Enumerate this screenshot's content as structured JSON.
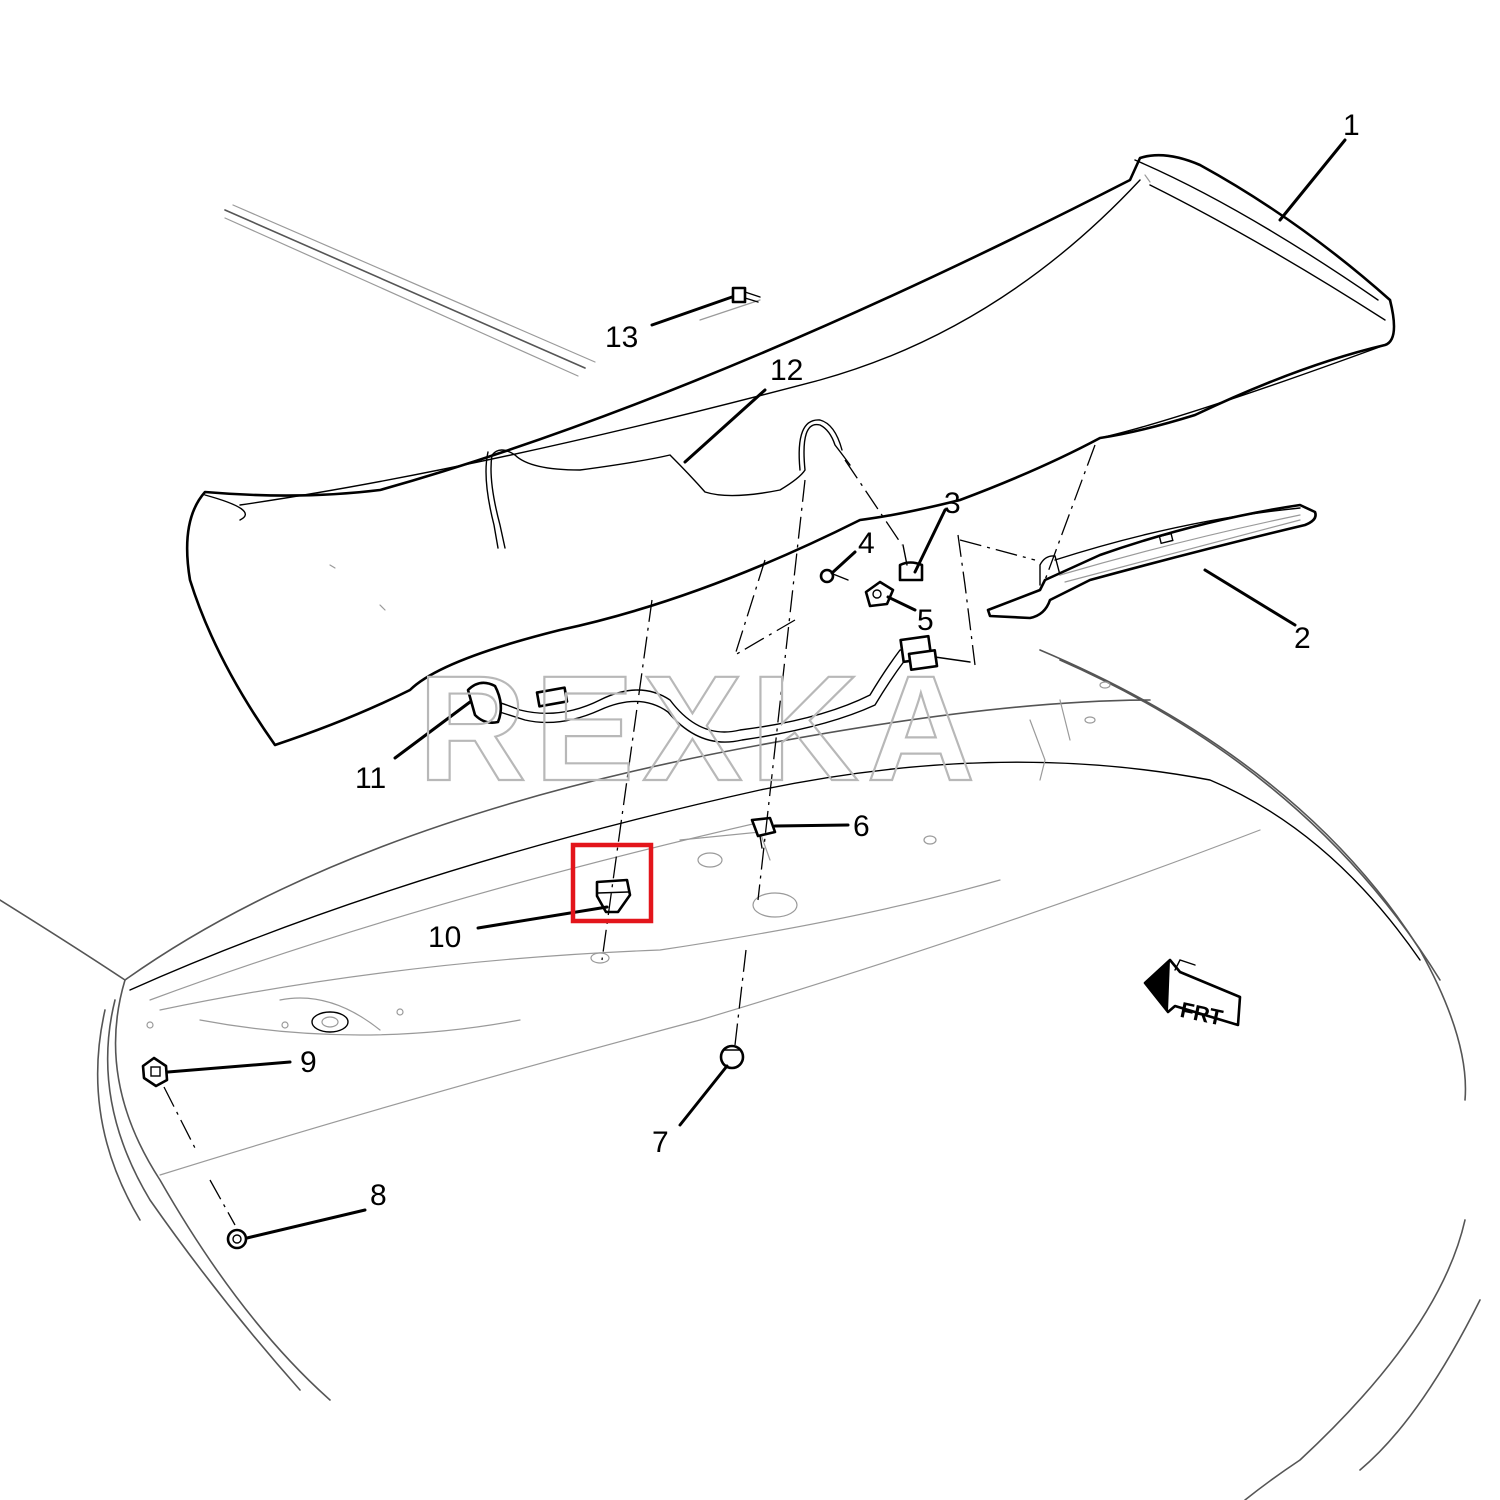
{
  "diagram": {
    "callouts": [
      {
        "id": "1",
        "label": "1"
      },
      {
        "id": "2",
        "label": "2"
      },
      {
        "id": "3",
        "label": "3"
      },
      {
        "id": "4",
        "label": "4"
      },
      {
        "id": "5",
        "label": "5"
      },
      {
        "id": "6",
        "label": "6"
      },
      {
        "id": "7",
        "label": "7"
      },
      {
        "id": "8",
        "label": "8"
      },
      {
        "id": "9",
        "label": "9"
      },
      {
        "id": "10",
        "label": "10"
      },
      {
        "id": "11",
        "label": "11"
      },
      {
        "id": "12",
        "label": "12"
      },
      {
        "id": "13",
        "label": "13"
      }
    ],
    "direction_marker": "FRT",
    "watermark": "REXKA",
    "highlighted_part": "10",
    "colors": {
      "line": "#000000",
      "highlight": "#e3151b",
      "watermark": "#b8b8b8",
      "background": "#ffffff"
    }
  }
}
